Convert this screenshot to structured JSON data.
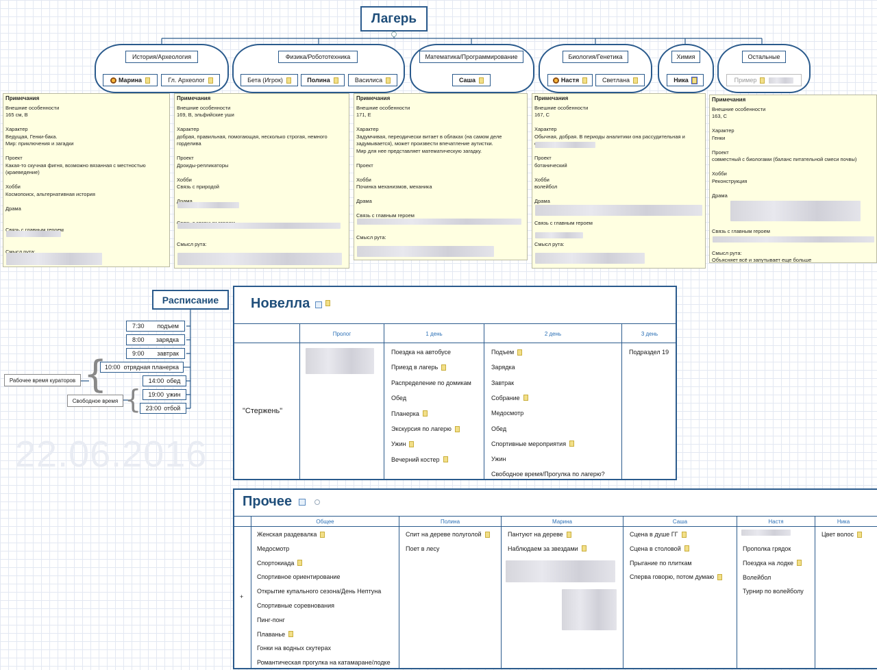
{
  "root": {
    "title": "Лагерь"
  },
  "groups": [
    {
      "label": "История/Археология",
      "members": [
        {
          "name": "Марина",
          "bold": true,
          "star": true
        },
        {
          "name": "Гл. Археолог"
        }
      ]
    },
    {
      "label": "Физика/Робототехника",
      "members": [
        {
          "name": "Бета (Игрок)"
        },
        {
          "name": "Полина",
          "bold": true
        },
        {
          "name": "Василиса"
        }
      ]
    },
    {
      "label": "Математика/Программирование",
      "members": [
        {
          "name": "Саша",
          "bold": true
        }
      ]
    },
    {
      "label": "Биология/Генетика",
      "members": [
        {
          "name": "Настя",
          "bold": true,
          "star": true
        },
        {
          "name": "Светлана"
        }
      ]
    },
    {
      "label": "Химия",
      "members": [
        {
          "name": "Ника",
          "bold": true
        }
      ]
    },
    {
      "label": "Остальные",
      "members": [
        {
          "name": "Пример"
        }
      ]
    }
  ],
  "notes": [
    {
      "header": "Примечания",
      "lines": [
        "Внешние особенности",
        "165 см, В",
        "",
        "Характер",
        "Ведущая, Генки-бака.",
        "Мир: приключения и загадки",
        "",
        "Проект",
        "Какая-то скучная фигня, возможно вязанная с местностью",
        "(краеведение)",
        "",
        "Хобби",
        "Космопоиск, альтернативная история",
        "",
        "Драма",
        "",
        "",
        "Связь с главным героем",
        "",
        "",
        "Смысл рута:"
      ]
    },
    {
      "header": "Примечания",
      "lines": [
        "Внешние особенности",
        "169, В, эльфийские уши",
        "",
        "Характер",
        "добрая, правильная, помогающая, несколько строгая, немного",
        "горделива",
        "",
        "Проект",
        "Дроиды-репликаторы",
        "",
        "Хобби",
        "Связь с природой",
        "",
        "Драма",
        "",
        "",
        "Связь с главным героем",
        "",
        "",
        "Смысл рута:"
      ]
    },
    {
      "header": "Примечания",
      "lines": [
        "Внешние особенности",
        "171, Е",
        "",
        "Характер",
        "Задумчивая, переодически витает в облаках (на самом деле",
        "задумывается), может произвести впечатление аутистки.",
        "Мир для нее представляет математическую загадку.",
        "",
        "Проект",
        "",
        "Хобби",
        "Починка механизмов, механика",
        "",
        "Драма",
        "",
        "Связь с главным героем",
        "",
        "",
        "Смысл рута:"
      ]
    },
    {
      "header": "Примечания",
      "lines": [
        "Внешние особенности",
        "167, С",
        "",
        "Характер",
        "Обычная, добрая. В периоды аналитики она рассудительная и",
        "ональная.",
        "",
        "Проект",
        "ботанический",
        "",
        "Хобби",
        "волейбол",
        "",
        "Драма",
        "",
        "",
        "Связь с главным героем",
        "",
        "",
        "Смысл рута:"
      ]
    },
    {
      "header": "Примечания",
      "lines": [
        "Внешние особенности",
        "163, С",
        "",
        "Характер",
        "Генки",
        "",
        "Проект",
        "совместный с биологами (баланс питательной смеси почвы)",
        "",
        "Хобби",
        "Реконструкция",
        "",
        "Драма",
        "",
        "",
        "",
        "",
        "Связь с главным героем",
        "",
        "",
        "Смысл рута:",
        "Объясняет всё и запутывает еще больше"
      ]
    }
  ],
  "schedule": {
    "title": "Расписание",
    "items": [
      {
        "time": "7:30",
        "label": "подъем"
      },
      {
        "time": "8:00",
        "label": "зарядка"
      },
      {
        "time": "9:00",
        "label": "завтрак"
      },
      {
        "time": "10:00",
        "label": "отрядная планерка"
      },
      {
        "time": "14:00",
        "label": "обед"
      },
      {
        "time": "19:00",
        "label": "ужин"
      },
      {
        "time": "23:00",
        "label": "отбой"
      }
    ],
    "side": [
      "Рабочее время кураторов",
      "Свободное время"
    ]
  },
  "watermark": "22.06.2016",
  "novella": {
    "title": "Новелла",
    "columns": [
      "Пролог",
      "1 день",
      "2 день",
      "3 день"
    ],
    "row_label": "\"Стержень\"",
    "day1": [
      "Поездка на автобусе",
      "Приезд в лагерь",
      "Распределение по домикам",
      "Обед",
      "Планерка",
      "Экскурсия по лагерю",
      "Ужин",
      "Вечерний костер"
    ],
    "day2": [
      "Подъем",
      "Зарядка",
      "Завтрак",
      "Собрание",
      "Медосмотр",
      "Обед",
      "Спортивные мероприятия",
      "Ужин",
      "Свободное время/Прогулка по лагерю?"
    ],
    "day3": [
      "Подраздел 19"
    ]
  },
  "other": {
    "title": "Прочее",
    "columns": [
      "Общее",
      "Полина",
      "Марина",
      "Саша",
      "Настя",
      "Ника"
    ],
    "row_marker": "+",
    "general": [
      "Женская раздевалка",
      "Медосмотр",
      "Спортокиада",
      "Спортивное ориентирование",
      "Открытие купального сезона/День Нептуна",
      "Спортивные соревнования",
      "Пинг-понг",
      "Плаванье",
      "Гонки на водных скутерах",
      "Романтическая прогулка на катамаране/лодке"
    ],
    "polina": [
      "Спит на дереве полуголой",
      "Поет в лесу"
    ],
    "marina": [
      "Пантуют на дереве",
      "Наблюдаем за звездами"
    ],
    "sasha": [
      "Сцена в душе ГГ",
      "Сцена в столовой",
      "Прыгание по плиткам",
      "Сперва говорю, потом думаю"
    ],
    "nastya": [
      "Прополка грядок",
      "Поездка на лодке",
      "Волейбол",
      "Турнир по волейболу"
    ],
    "nika": [
      "Цвет волос"
    ]
  }
}
